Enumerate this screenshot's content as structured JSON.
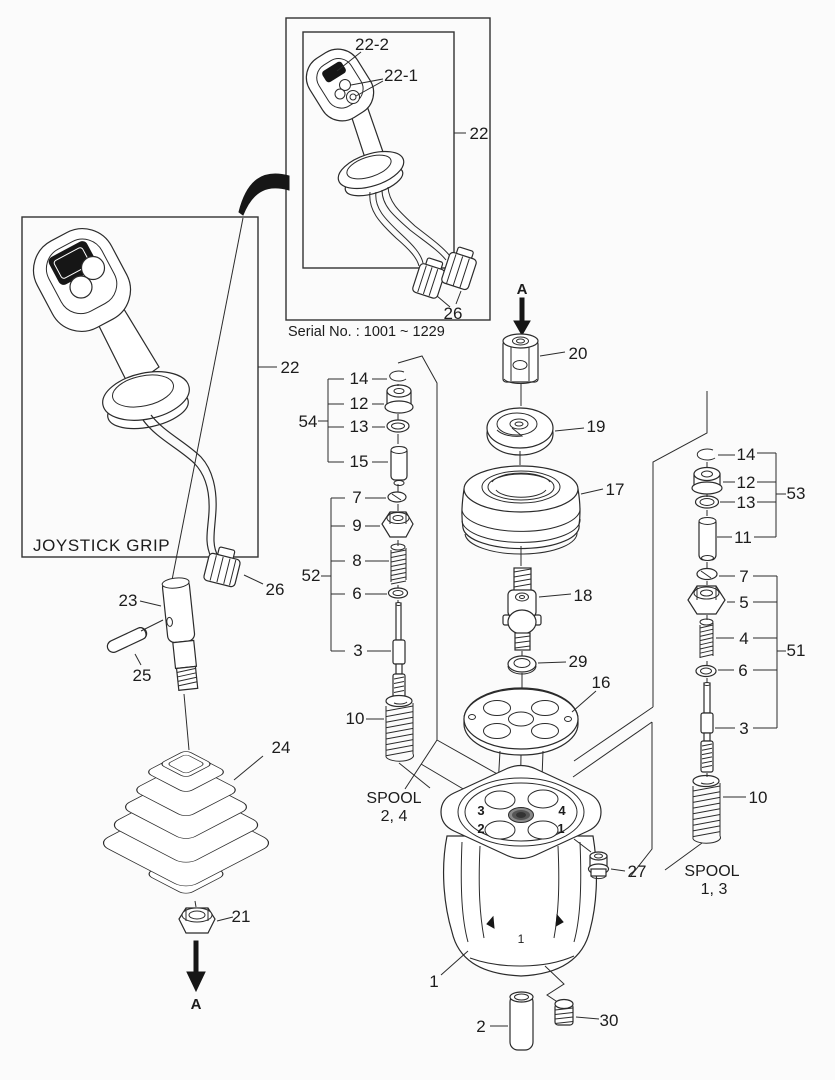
{
  "colors": {
    "background": "#fbfbfb",
    "line": "#2b2b2b",
    "dark_fill": "#161616",
    "center_hole_gray": "#8a8a8a"
  },
  "inset": {
    "label_22_2": "22-2",
    "label_22_1": "22-1",
    "label_22": "22",
    "label_26": "26",
    "serial": "Serial No. : 1001 ~ 1229"
  },
  "grip_box": {
    "title": "JOYSTICK GRIP",
    "label_22": "22",
    "label_26": "26"
  },
  "left_parts": {
    "p23": "23",
    "p25": "25",
    "p24": "24",
    "p21": "21",
    "arrow": "A"
  },
  "center_stack": {
    "arrow": "A",
    "p20": "20",
    "p19": "19",
    "p17": "17",
    "p18": "18",
    "p29": "29",
    "p16": "16"
  },
  "valve": {
    "port_3": "3",
    "port_4": "4",
    "port_2": "2",
    "port_1": "1",
    "p27": "27",
    "p1": "1",
    "p2": "2",
    "p30": "30",
    "body_mark": "1"
  },
  "spool_col_24": {
    "group_54": "54",
    "p14": "14",
    "p12": "12",
    "p13": "13",
    "p15": "15",
    "group_52": "52",
    "p7": "7",
    "p9": "9",
    "p8": "8",
    "p6": "6",
    "p3": "3",
    "p10": "10",
    "caption_1": "SPOOL",
    "caption_2": "2, 4"
  },
  "spool_col_13": {
    "group_53": "53",
    "p14": "14",
    "p12": "12",
    "p13": "13",
    "p11": "11",
    "group_51": "51",
    "p7": "7",
    "p5": "5",
    "p4": "4",
    "p6": "6",
    "p3": "3",
    "p10": "10",
    "caption_1": "SPOOL",
    "caption_2": "1, 3"
  }
}
